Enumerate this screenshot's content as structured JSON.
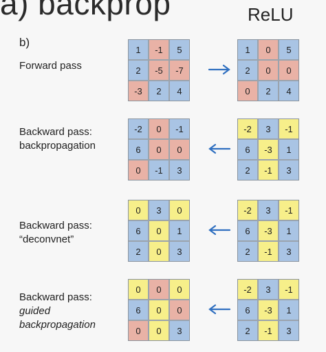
{
  "heading": "a) backprop",
  "relu_label": "ReLU",
  "sub_label": "b)",
  "colors": {
    "blue": "#a9c4e4",
    "red": "#e9b2a6",
    "yellow": "#f7ef8a",
    "arrow": "#2f6fc0"
  },
  "rows": [
    {
      "label_lines": [
        "Forward pass"
      ],
      "italic_from": 99,
      "arrow": "right",
      "left": {
        "values": [
          "1",
          "-1",
          "5",
          "2",
          "-5",
          "-7",
          "-3",
          "2",
          "4"
        ],
        "colors": [
          "b",
          "r",
          "b",
          "b",
          "r",
          "r",
          "r",
          "b",
          "b"
        ]
      },
      "right": {
        "values": [
          "1",
          "0",
          "5",
          "2",
          "0",
          "0",
          "0",
          "2",
          "4"
        ],
        "colors": [
          "b",
          "r",
          "b",
          "b",
          "r",
          "r",
          "r",
          "b",
          "b"
        ]
      }
    },
    {
      "label_lines": [
        "Backward pass:",
        "backpropagation"
      ],
      "italic_from": 99,
      "arrow": "left",
      "left": {
        "values": [
          "-2",
          "0",
          "-1",
          "6",
          "0",
          "0",
          "0",
          "-1",
          "3"
        ],
        "colors": [
          "b",
          "r",
          "b",
          "b",
          "r",
          "r",
          "r",
          "b",
          "b"
        ]
      },
      "right": {
        "values": [
          "-2",
          "3",
          "-1",
          "6",
          "-3",
          "1",
          "2",
          "-1",
          "3"
        ],
        "colors": [
          "y",
          "b",
          "y",
          "b",
          "y",
          "b",
          "b",
          "y",
          "b"
        ]
      }
    },
    {
      "label_lines": [
        "Backward pass:",
        "“deconvnet”"
      ],
      "italic_from": 99,
      "arrow": "left",
      "left": {
        "values": [
          "0",
          "3",
          "0",
          "6",
          "0",
          "1",
          "2",
          "0",
          "3"
        ],
        "colors": [
          "y",
          "b",
          "y",
          "b",
          "y",
          "b",
          "b",
          "y",
          "b"
        ]
      },
      "right": {
        "values": [
          "-2",
          "3",
          "-1",
          "6",
          "-3",
          "1",
          "2",
          "-1",
          "3"
        ],
        "colors": [
          "y",
          "b",
          "y",
          "b",
          "y",
          "b",
          "b",
          "y",
          "b"
        ]
      }
    },
    {
      "label_lines": [
        "Backward pass:",
        "guided",
        "backpropagation"
      ],
      "italic_from": 1,
      "arrow": "left",
      "left": {
        "values": [
          "0",
          "0",
          "0",
          "6",
          "0",
          "0",
          "0",
          "0",
          "3"
        ],
        "colors": [
          "y",
          "r",
          "y",
          "b",
          "y",
          "r",
          "r",
          "y",
          "b"
        ]
      },
      "right": {
        "values": [
          "-2",
          "3",
          "-1",
          "6",
          "-3",
          "1",
          "2",
          "-1",
          "3"
        ],
        "colors": [
          "y",
          "b",
          "y",
          "b",
          "y",
          "b",
          "b",
          "y",
          "b"
        ]
      }
    }
  ]
}
